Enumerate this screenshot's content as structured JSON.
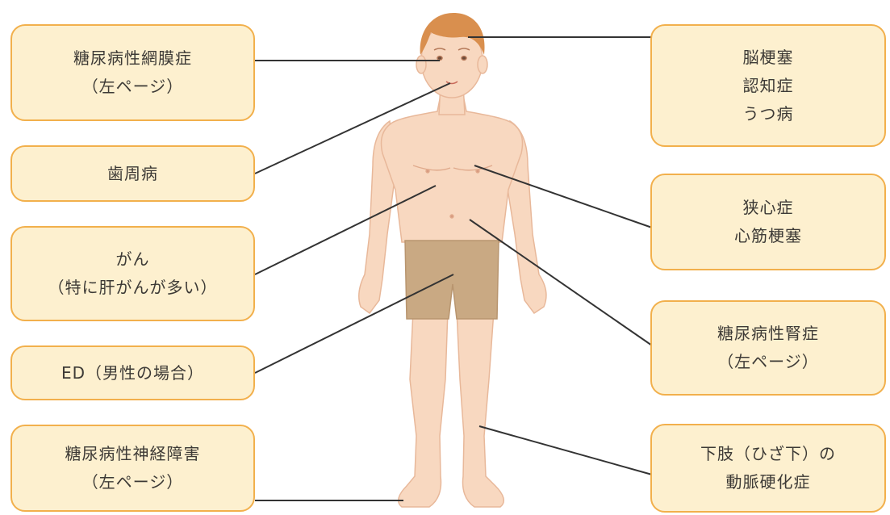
{
  "boxes": {
    "retinopathy": {
      "lines": [
        "糖尿病性網膜症",
        "（左ページ）"
      ]
    },
    "periodontal": {
      "lines": [
        "歯周病"
      ]
    },
    "cancer": {
      "lines": [
        "がん",
        "（特に肝がんが多い）"
      ]
    },
    "ed": {
      "lines": [
        "ED（男性の場合）"
      ]
    },
    "neuropathy": {
      "lines": [
        "糖尿病性神経障害",
        "（左ページ）"
      ]
    },
    "brain": {
      "lines": [
        "脳梗塞",
        "認知症",
        "うつ病"
      ]
    },
    "heart": {
      "lines": [
        "狭心症",
        "心筋梗塞"
      ]
    },
    "nephropathy": {
      "lines": [
        "糖尿病性腎症",
        "（左ページ）"
      ]
    },
    "legs": {
      "lines": [
        "下肢（ひざ下）の",
        "動脈硬化症"
      ]
    }
  },
  "colors": {
    "box_fill": "#fdf0cf",
    "box_border": "#f2b04c",
    "skin": "#f8d8c0",
    "skin_outline": "#e8b89a",
    "hair": "#d98f4e",
    "shorts": "#c9a983",
    "leader_line": "#333333"
  }
}
